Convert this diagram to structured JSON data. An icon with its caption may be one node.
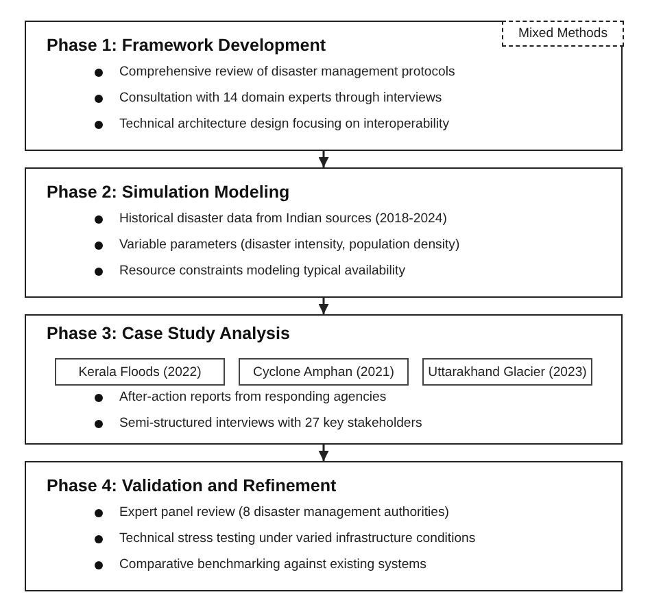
{
  "diagram": {
    "nodes": [
      {
        "text": [
          "Phase 1: Framework Development",
          "Comprehensive review of disaster management protocols",
          "Consultation with 14 domain experts through interviews",
          "Technical architecture design focusing on interoperability"
        ]
      },
      {
        "text": [
          "Mixed Methods"
        ],
        "in": 0
      },
      {
        "text": [
          "Phase 2: Simulation Modeling",
          "Historical disaster data from Indian sources (2018-2024)",
          "Variable parameters (disaster intensity, population density)",
          "Resource constraints modeling typical availability"
        ]
      },
      {
        "text": [
          "Phase 3: Case Study Analysis",
          "After-action reports from responding agencies",
          "Semi-structured interviews with 27 key stakeholders"
        ]
      },
      {
        "text": [
          "Kerala Floods (2022)"
        ],
        "in": 3
      },
      {
        "text": [
          "Cyclone Amphan (2021)"
        ],
        "in": 3
      },
      {
        "text": [
          "Uttarakhand Glacier (2023)"
        ],
        "in": 3
      },
      {
        "text": [
          "Phase 4: Validation and Refinement",
          "Expert panel review (8 disaster management authorities)",
          "Technical stress testing under varied infrastructure conditions",
          "Comparative benchmarking against existing systems"
        ]
      }
    ],
    "edges": [
      {
        "from": 0,
        "to": 2,
        "arrow": "to"
      },
      {
        "from": 2,
        "to": 3,
        "arrow": "to"
      },
      {
        "from": 3,
        "to": 7,
        "arrow": "to"
      }
    ]
  }
}
